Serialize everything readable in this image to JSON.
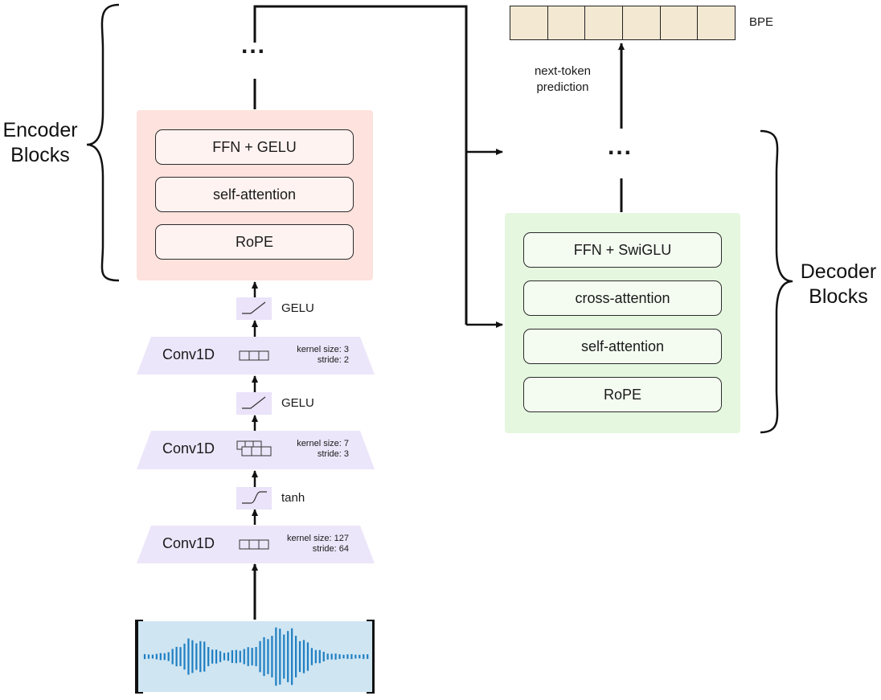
{
  "encoder": {
    "label_line1": "Encoder",
    "label_line2": "Blocks",
    "blocks": [
      "FFN + GELU",
      "self-attention",
      "RoPE"
    ],
    "ellipsis": "..."
  },
  "decoder": {
    "label_line1": "Decoder",
    "label_line2": "Blocks",
    "blocks": [
      "FFN + SwiGLU",
      "cross-attention",
      "self-attention",
      "RoPE"
    ],
    "ellipsis": "..."
  },
  "output": {
    "bpe_label": "BPE",
    "cells": 6,
    "arrow_label_line1": "next-token",
    "arrow_label_line2": "prediction"
  },
  "frontend": {
    "activations": [
      "GELU",
      "GELU",
      "tanh"
    ],
    "convs": [
      {
        "name": "Conv1D",
        "kernel": "kernel size: 3",
        "stride": "stride: 2"
      },
      {
        "name": "Conv1D",
        "kernel": "kernel size: 7",
        "stride": "stride: 3"
      },
      {
        "name": "Conv1D",
        "kernel": "kernel size: 127",
        "stride": "stride: 64"
      }
    ]
  },
  "colors": {
    "encoder_panel": "#fde2dd",
    "decoder_panel": "#e5f7df",
    "conv_fill": "#ece6fa",
    "bpe_fill": "#f3e8d2",
    "wave_fill": "#cfe5f2",
    "wave_stroke": "#1f7fc2"
  }
}
